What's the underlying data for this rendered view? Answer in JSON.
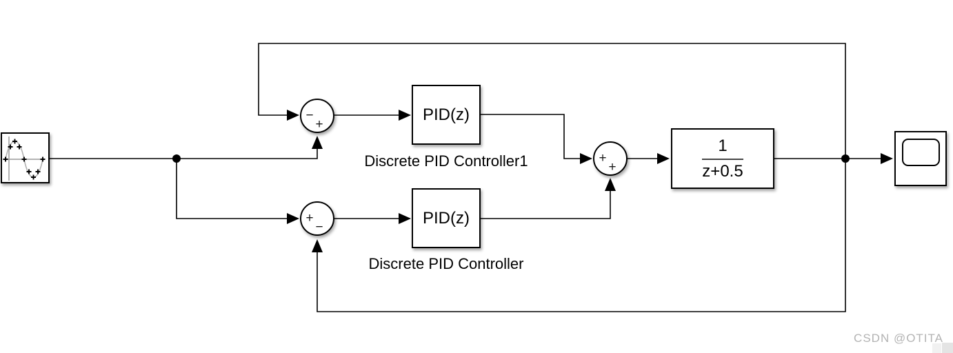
{
  "colors": {
    "line": "#000000",
    "background": "#ffffff",
    "watermark": "#b3b3b3"
  },
  "sums": {
    "sum_top": {
      "west_sign": "−",
      "south_sign": "+"
    },
    "sum_bottom": {
      "west_sign": "+",
      "south_sign": "−"
    },
    "sum_mix": {
      "west_sign": "+",
      "south_sign": "+"
    }
  },
  "controllers": {
    "pid1": {
      "block_text": "PID(z)",
      "label": "Discrete PID Controller1"
    },
    "pid2": {
      "block_text": "PID(z)",
      "label": "Discrete PID Controller"
    }
  },
  "plant": {
    "numerator": "1",
    "denominator": "z+0.5"
  },
  "watermark": {
    "text": "CSDN @OTITA"
  }
}
